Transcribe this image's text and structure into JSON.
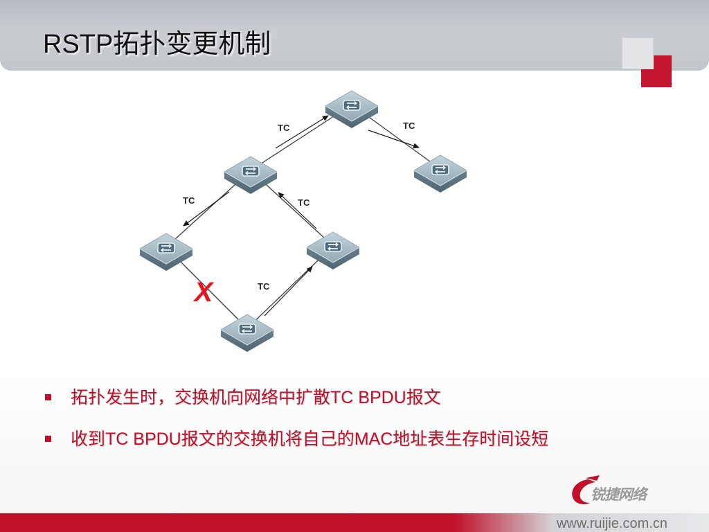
{
  "slide": {
    "title": "RSTP拓扑变更机制",
    "bullets": [
      "拓扑发生时，交换机向网络中扩散TC BPDU报文",
      "收到TC BPDU报文的交换机将自己的MAC地址表生存时间设短"
    ],
    "footer_url": "www.ruijie.com.cn",
    "logo_text": "锐捷网络"
  },
  "diagram": {
    "message_label": "TC",
    "failure_mark": "X",
    "switch_icon": "switch-icon",
    "colors": {
      "accent_red": "#c0102a",
      "switch_top": "#a9bcc6",
      "switch_side": "#6e8591"
    }
  }
}
